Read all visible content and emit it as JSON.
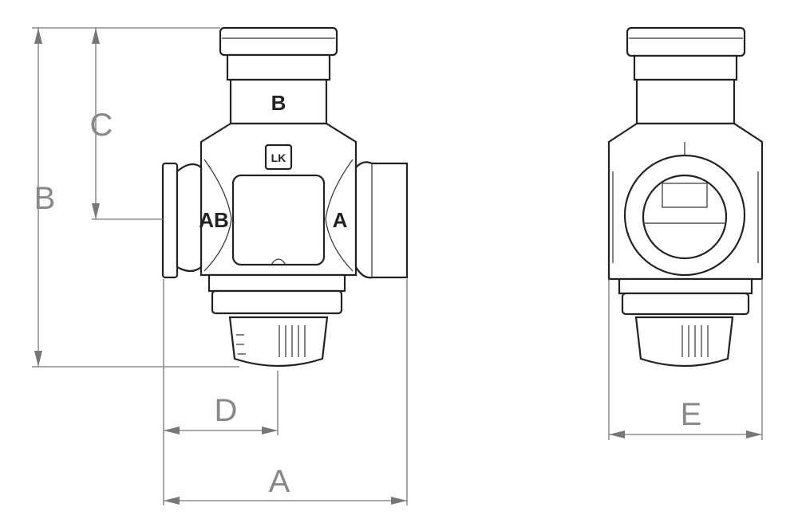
{
  "drawing": {
    "dimensions": {
      "A": "A",
      "B": "B",
      "C": "C",
      "D": "D",
      "E": "E"
    },
    "ports": {
      "top": "B",
      "left": "AB",
      "right": "A"
    },
    "logo": "LK"
  }
}
